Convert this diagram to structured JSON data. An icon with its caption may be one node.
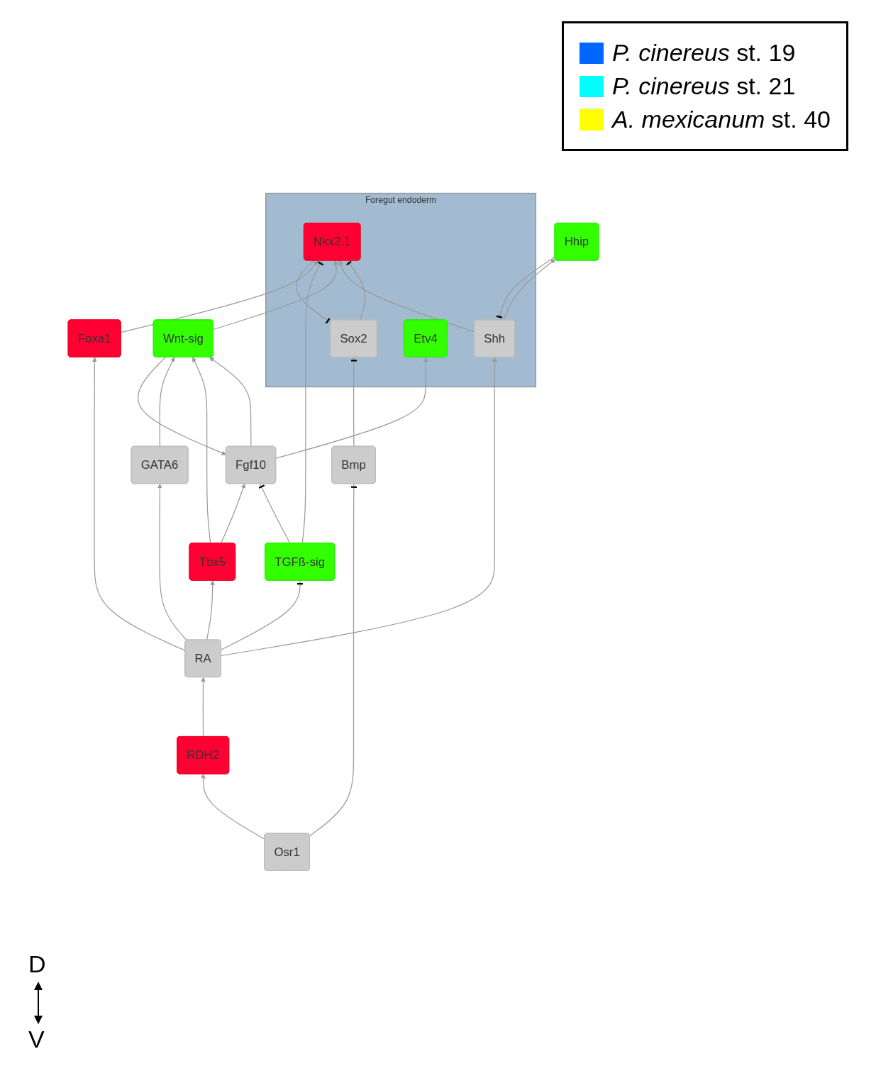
{
  "diagram": {
    "nodes": [
      {
        "text": [
          "Foregut endoderm"
        ]
      },
      {
        "text": [
          "Sox2"
        ],
        "in": 0
      },
      {
        "text": [
          "Nkx2.1"
        ],
        "in": 0
      },
      {
        "text": [
          "Shh"
        ],
        "in": 0
      },
      {
        "text": [
          "Etv4"
        ],
        "in": 0
      },
      {
        "text": [
          "Hhip"
        ]
      },
      {
        "text": [
          "Bmp"
        ]
      },
      {
        "text": [
          "Osr1"
        ]
      },
      {
        "text": [
          "Foxa1"
        ]
      },
      {
        "text": [
          "Wnt-sig"
        ]
      },
      {
        "text": [
          "Fgf10"
        ]
      },
      {
        "text": [
          "TGFß-sig"
        ]
      },
      {
        "text": [
          "RA"
        ]
      },
      {
        "text": [
          "RDH2"
        ]
      },
      {
        "text": [
          "Tbx5"
        ]
      },
      {
        "text": [
          "GATA6"
        ]
      }
    ],
    "edges": [
      {
        "from": 1,
        "to": 2,
        "arrow": "other"
      },
      {
        "from": 2,
        "to": 1,
        "arrow": "other"
      },
      {
        "from": 6,
        "to": 1,
        "arrow": "other"
      },
      {
        "from": 3,
        "to": 2,
        "arrow": "to"
      },
      {
        "from": 3,
        "to": 5,
        "arrow": "to"
      },
      {
        "from": 5,
        "to": 3,
        "arrow": "other"
      },
      {
        "from": 9,
        "to": 2,
        "arrow": "to"
      },
      {
        "from": 9,
        "to": 10,
        "arrow": "to"
      },
      {
        "from": 10,
        "to": 4,
        "arrow": "to"
      },
      {
        "from": 10,
        "to": 9,
        "arrow": "to"
      },
      {
        "from": 11,
        "to": 2,
        "arrow": "other"
      },
      {
        "from": 11,
        "to": 10,
        "arrow": "other"
      },
      {
        "from": 12,
        "to": 11,
        "arrow": "other"
      },
      {
        "from": 8,
        "to": 2,
        "arrow": "to"
      },
      {
        "from": 12,
        "to": 8,
        "arrow": "to"
      },
      {
        "from": 12,
        "to": 3,
        "arrow": "to"
      },
      {
        "from": 12,
        "to": 14,
        "arrow": "to"
      },
      {
        "from": 12,
        "to": 15,
        "arrow": "to"
      },
      {
        "from": 13,
        "to": 12,
        "arrow": "to"
      },
      {
        "from": 7,
        "to": 13,
        "arrow": "to"
      },
      {
        "from": 7,
        "to": 6,
        "arrow": "other"
      },
      {
        "from": 14,
        "to": 9,
        "arrow": "to"
      },
      {
        "from": 14,
        "to": 10,
        "arrow": "to"
      },
      {
        "from": 15,
        "to": 9,
        "arrow": "to"
      }
    ],
    "labels": [
      "D",
      "V"
    ],
    "legend": [
      {
        "text": "*P. cinereus* st. 19",
        "color": "#0066ff"
      },
      {
        "text": "*P. cinereus* st. 21",
        "color": "#00ffff"
      },
      {
        "text": "*A. mexicanum* st. 40",
        "color": "#ffff00"
      }
    ]
  }
}
